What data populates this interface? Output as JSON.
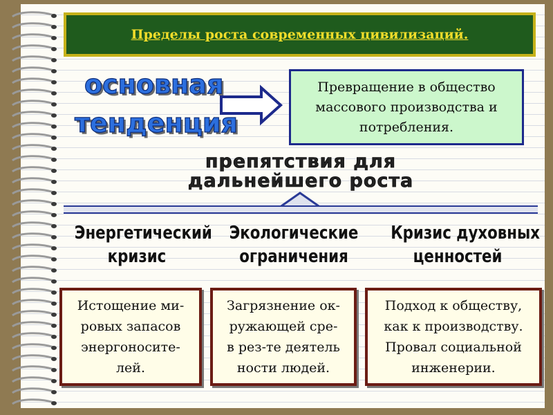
{
  "title": "Пределы роста современных цивилизаций.",
  "main_trend": {
    "line1": "основная",
    "line2": "тенденция"
  },
  "trend_result": "Превращение в общество массового производства и потребления.",
  "obstacles": {
    "line1": "препятствия для",
    "line2": "дальнейшего роста"
  },
  "categories": [
    {
      "line1": "Энергетический",
      "line2": "кризис"
    },
    {
      "line1": "Экологические",
      "line2": "ограничения"
    },
    {
      "line1": "Кризис духовных",
      "line2": "ценностей"
    }
  ],
  "descriptions": [
    "Истощение ми-\nровых запасов\nэнергоносите-\nлей.",
    "Загрязнение ок-\nружающей сре-\nв рез-те деятель\nности людей.",
    "Подход к обществу,\nкак к производству.\nПровал социальной\nинженерии."
  ],
  "colors": {
    "title_bg": "#1f5b1d",
    "title_text": "#f2dd2a",
    "result_bg": "#ccf7cc",
    "wordart_blue": "#2c6fde",
    "desc_border": "#6b1c14"
  }
}
